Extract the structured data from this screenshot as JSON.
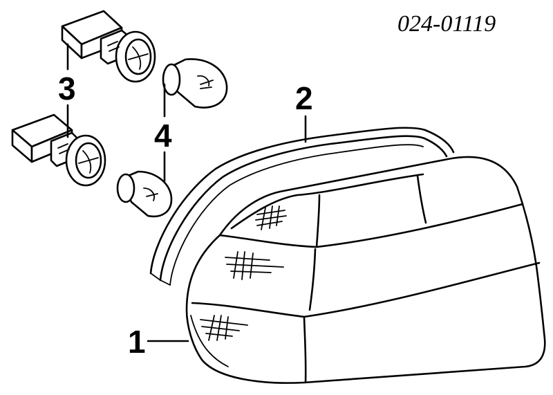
{
  "diagram": {
    "part_number": "024-01119",
    "callouts": [
      "1",
      "2",
      "3",
      "4"
    ]
  }
}
